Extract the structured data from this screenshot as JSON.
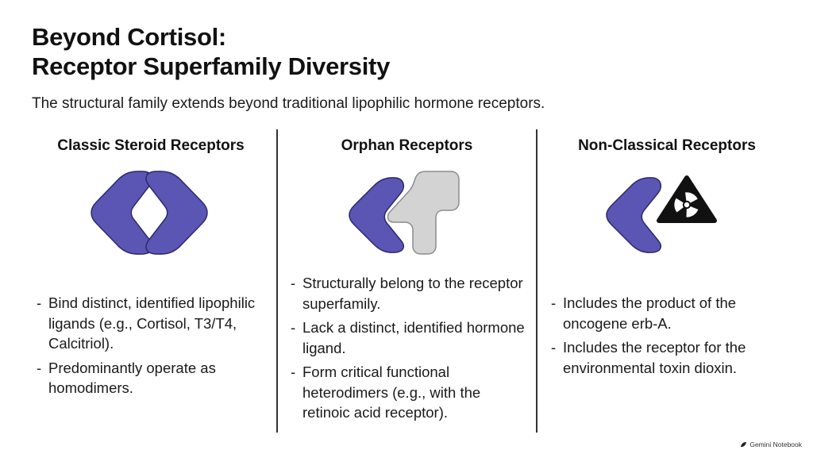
{
  "title_line1": "Beyond Cortisol:",
  "title_line2": "Receptor Superfamily Diversity",
  "subtitle": "The structural family extends beyond traditional lipophilic hormone receptors.",
  "columns": [
    {
      "heading": "Classic Steroid Receptors",
      "bullets": [
        "Bind distinct, identified lipophilic ligands (e.g., Cortisol, T3/T4, Calcitriol).",
        "Predominantly operate as homodimers."
      ]
    },
    {
      "heading": "Orphan Receptors",
      "bullets": [
        "Structurally belong to the receptor superfamily.",
        "Lack a distinct, identified hormone ligand.",
        "Form critical functional heterodimers (e.g., with the retinoic acid receptor)."
      ]
    },
    {
      "heading": "Non-Classical Receptors",
      "bullets": [
        "Includes the product of the oncogene erb-A.",
        "Includes the receptor for the environmental toxin dioxin."
      ]
    }
  ],
  "watermark": "Gemini Notebook",
  "colors": {
    "receptor_fill": "#5b55b3",
    "receptor_stroke": "#2c2a6e",
    "partner_fill": "#d3d3d3",
    "partner_stroke": "#8c8c8c",
    "hazard_fill": "#111111"
  },
  "icons": [
    "homodimer-icon",
    "heterodimer-icon",
    "radiation-hazard-icon"
  ]
}
